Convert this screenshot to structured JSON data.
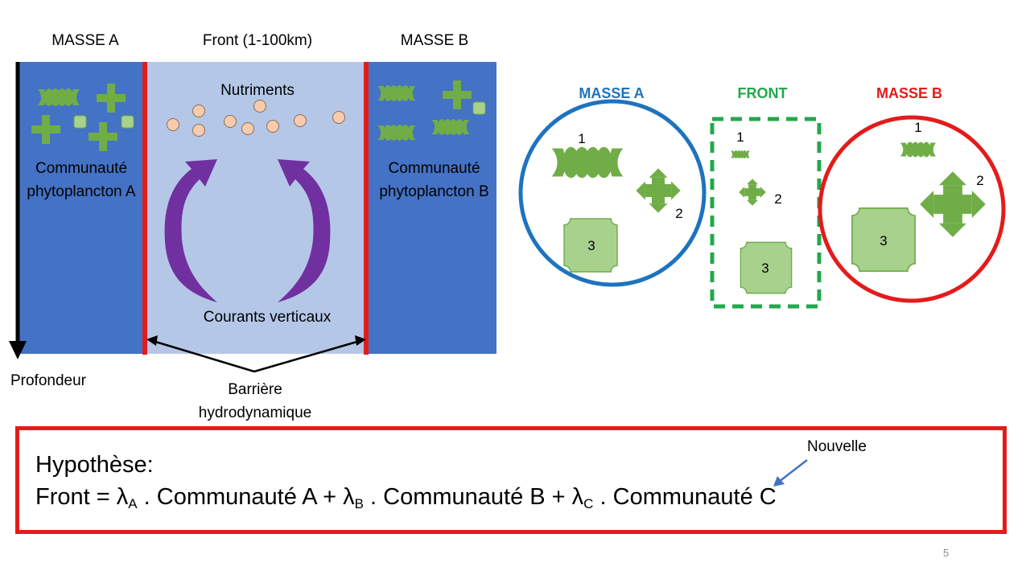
{
  "left_diagram": {
    "col_header_a": "MASSE A",
    "col_header_front": "Front (1-100km)",
    "col_header_b": "MASSE B",
    "nutrients_label": "Nutriments",
    "community_a_label": "Communauté phytoplancton A",
    "community_b_label": "Communauté phytoplancton B",
    "currents_label": "Courants verticaux",
    "depth_label": "Profondeur",
    "barrier_label": "Barrière hydrodynamique"
  },
  "right_diagram": {
    "mass_a_title": "MASSE A",
    "front_title": "FRONT",
    "mass_b_title": "MASSE B",
    "mass_a": {
      "n1": "1",
      "n2": "2",
      "n3": "3"
    },
    "front": {
      "n1": "1",
      "n2": "2",
      "n3": "3"
    },
    "mass_b": {
      "n1": "1",
      "n2": "2",
      "n3": "3"
    }
  },
  "hypothesis": {
    "title": "Hypothèse:",
    "eq_front": "Front = λ",
    "sub_a": "A",
    "eq_part_a": " . Communauté A + λ",
    "sub_b": "B",
    "eq_part_b": " . Communauté B + λ",
    "sub_c": "C",
    "eq_part_c": " . Communauté C",
    "new_label": "Nouvelle"
  },
  "page_number": "5",
  "colors": {
    "water_dark": "#4472c4",
    "water_light": "#b4c7e7",
    "barrier_red": "#e41b1b",
    "current_purple": "#7030a0",
    "nutrient_fill": "#f8cbad",
    "mass_a_blue": "#1e73be",
    "front_green": "#22a84a",
    "mass_b_red": "#e41b1b",
    "cell_green": "#70ad47",
    "cell_light_green": "#a9d18e"
  }
}
